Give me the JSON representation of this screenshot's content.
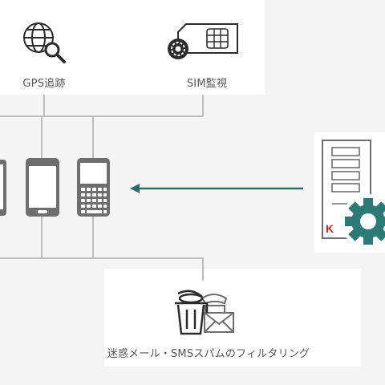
{
  "features": {
    "gps": {
      "label": "GPS追跡",
      "icon": "globe-search-icon"
    },
    "sim": {
      "label": "SIM監視",
      "icon": "sim-card-gear-icon"
    },
    "spam": {
      "label": "迷惑メール・SMSスパムのフィルタリング",
      "icon": "trash-phone-mail-icon"
    }
  },
  "devices": [
    {
      "icon": "smartphone-icon"
    },
    {
      "icon": "smartphone-icon"
    },
    {
      "icon": "keypad-phone-icon"
    }
  ],
  "server": {
    "icon": "server-gear-icon",
    "badge_letter": "K"
  },
  "colors": {
    "connector": "#bdbdbd",
    "icon_dark": "#2b2b2b",
    "device_gray": "#6e6e6e",
    "arrow_teal": "#2e6b6a",
    "gear_teal": "#2b7a78",
    "badge_red": "#cc2222"
  }
}
